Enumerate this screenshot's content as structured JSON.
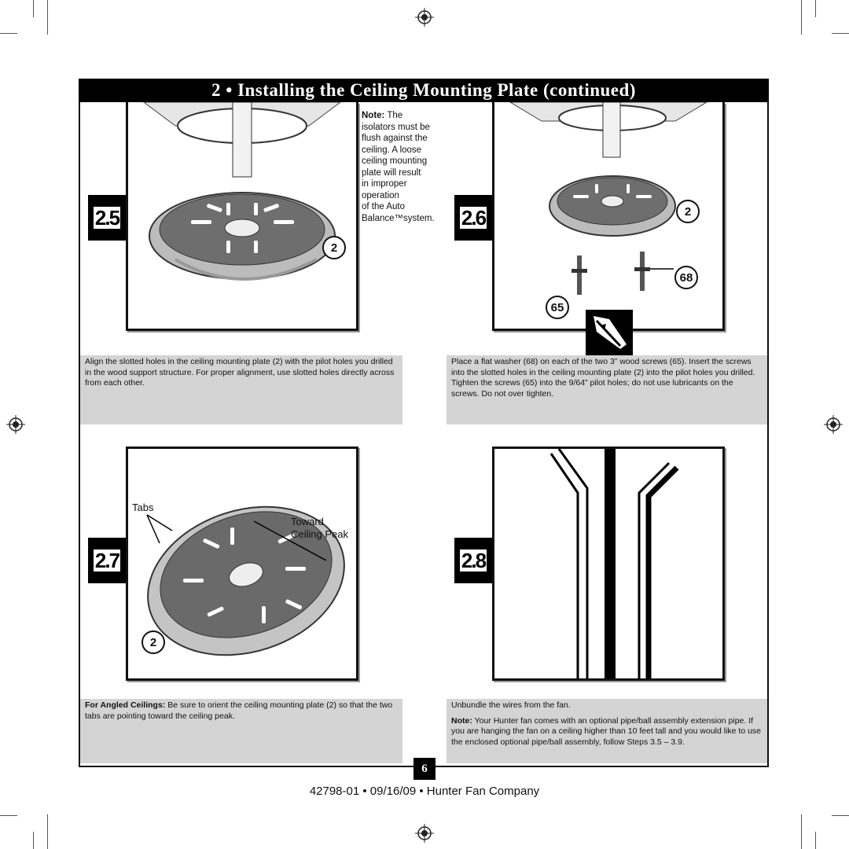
{
  "header": {
    "title": "2 • Installing the Ceiling Mounting Plate (continued)"
  },
  "steps": [
    {
      "id": "2.5",
      "note_label": "Note:",
      "note_lines": [
        "The",
        "isolators must be",
        "flush against the",
        "ceiling. A loose",
        "ceiling mounting",
        "plate will result",
        "in improper",
        "operation",
        "of the Auto",
        "Balance™system."
      ],
      "callouts": [
        "2"
      ],
      "caption": "Align the slotted holes in the ceiling mounting plate (2) with the pilot holes you drilled in the wood support structure. For proper alignment, use slotted holes directly across from each other."
    },
    {
      "id": "2.6",
      "callouts": [
        "2",
        "68",
        "65"
      ],
      "caption": "Place a flat washer (68) on each of the two 3” wood screws (65). Insert the screws into the slotted holes in the ceiling mounting plate (2) into the pilot holes you drilled. Tighten the screws (65) into the 9/64” pilot holes; do not use lubricants on the screws. Do not over tighten."
    },
    {
      "id": "2.7",
      "labels": {
        "tabs": "Tabs",
        "toward_line1": "Toward",
        "toward_line2": "Ceiling Peak"
      },
      "callouts": [
        "2"
      ],
      "caption_bold": "For Angled Ceilings:",
      "caption": " Be sure to orient the ceiling mounting plate (2) so that the two tabs are pointing toward the ceiling peak."
    },
    {
      "id": "2.8",
      "caption": "Unbundle the wires from the fan.",
      "note_bold": "Note:",
      "note": " Your Hunter fan comes with an optional pipe/ball assembly extension pipe. If you are hanging the fan on a ceiling higher than 10 feet tall and you would like to use the enclosed optional pipe/ball assembly, follow Steps 3.5 – 3.9."
    }
  ],
  "page_number": "6",
  "footer": "42798-01  •  09/16/09  •  Hunter Fan Company",
  "icons": [
    "registration-mark-icon",
    "no-lubricant-icon",
    "crop-mark-icon"
  ]
}
